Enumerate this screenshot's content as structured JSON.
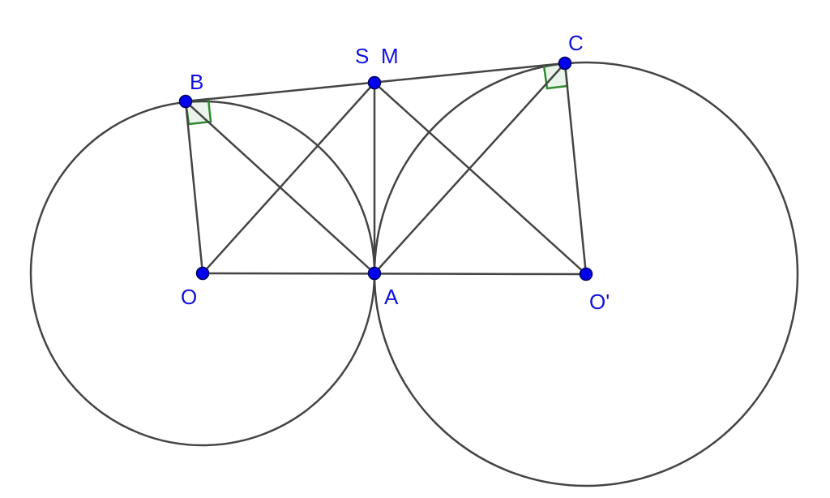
{
  "diagram": {
    "labels": {
      "B": "B",
      "S": "S",
      "M": "M",
      "C": "C",
      "O": "O",
      "A": "A",
      "O_prime": "O'"
    },
    "colors": {
      "point": "#0000ee",
      "label": "#1010e0",
      "line": "#444444",
      "right_angle": "#2e8b2e"
    }
  }
}
